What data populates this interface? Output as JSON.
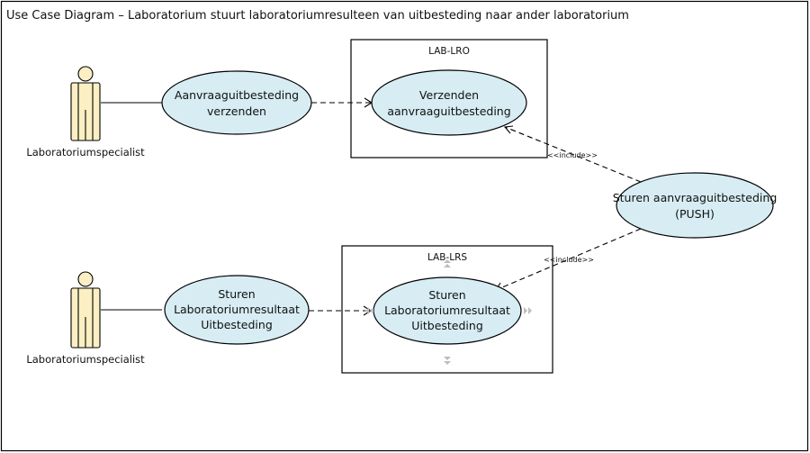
{
  "diagram": {
    "title": "Use Case Diagram – Laboratorium stuurt laboratoriumresulteen van uitbesteding naar ander laboratorium",
    "boxes": {
      "lro": {
        "label": "LAB-LRO"
      },
      "lrs": {
        "label": "LAB-LRS"
      }
    },
    "actors": {
      "top": {
        "label": "Laboratoriumspecialist"
      },
      "bottom": {
        "label": "Laboratoriumspecialist"
      }
    },
    "use_cases": {
      "aanvraag_verzenden": {
        "lines": [
          "Aanvraaguitbesteding",
          "verzenden"
        ]
      },
      "verzenden_aanvraag": {
        "lines": [
          "Verzenden",
          "aanvraaguitbesteding"
        ]
      },
      "sturen_push": {
        "lines": [
          "Sturen aanvraaguitbesteding",
          "(PUSH)"
        ]
      },
      "sturen_resultaat_left": {
        "lines": [
          "Sturen",
          "Laboratoriumresultaat",
          "Uitbesteding"
        ]
      },
      "sturen_resultaat_right": {
        "lines": [
          "Sturen",
          "Laboratoriumresultaat",
          "Uitbesteding"
        ]
      }
    },
    "relations": {
      "include_top": "<<include>>",
      "include_bottom": "<<include>>"
    },
    "colors": {
      "use_case_fill": "#d7edf3",
      "actor_fill": "#fbefc3",
      "stroke": "#000000"
    }
  }
}
